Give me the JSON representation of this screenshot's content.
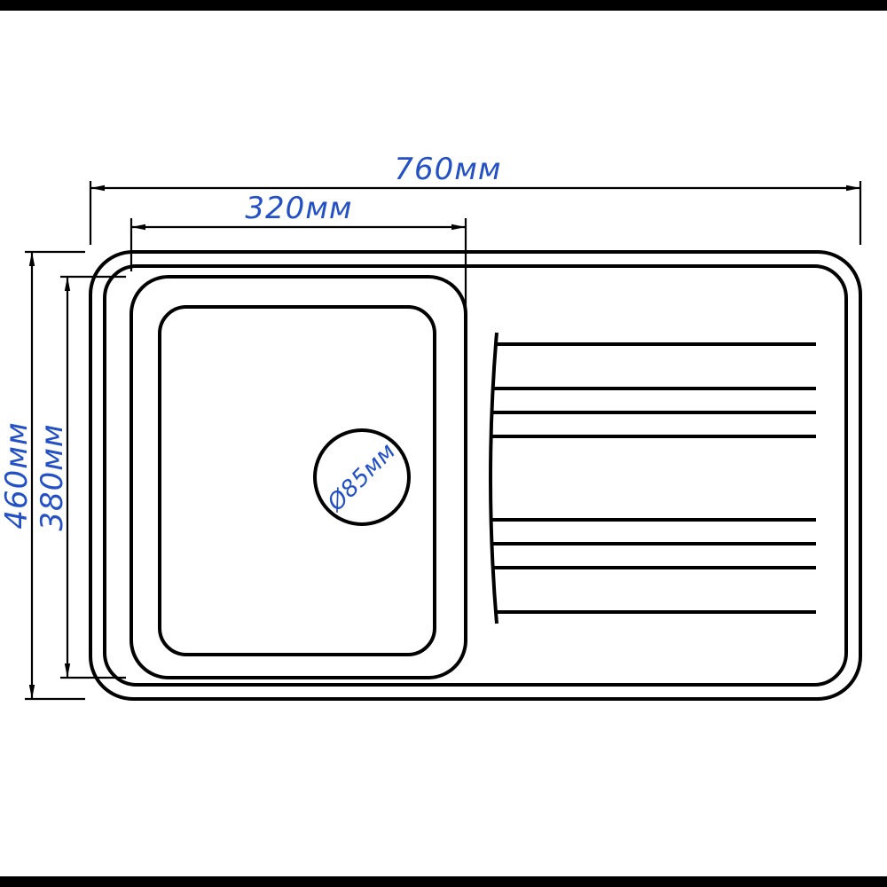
{
  "diagram": {
    "dimensions": {
      "overall_width": "760мм",
      "bowl_width": "320мм",
      "overall_depth": "460мм",
      "bowl_depth": "380мм",
      "drain_diameter": "Ø85мм"
    },
    "colors": {
      "dimension_text": "#2351c5",
      "line": "#000000",
      "background": "#ffffff",
      "letterbox": "#000000"
    }
  }
}
